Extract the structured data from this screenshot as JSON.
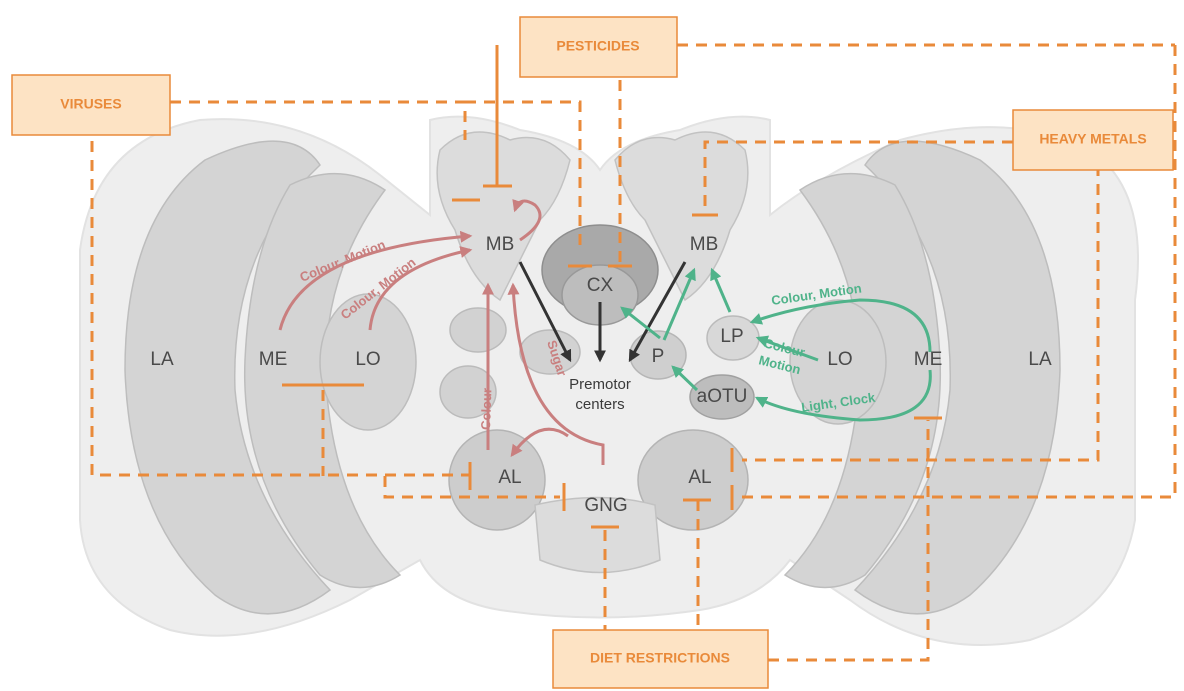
{
  "regions": {
    "la_left": "LA",
    "me_left": "ME",
    "lo_left": "LO",
    "mb_left": "MB",
    "al_left": "AL",
    "gng": "GNG",
    "cx": "CX",
    "premotor": [
      "Premotor",
      "centers"
    ],
    "p": "P",
    "mb_right": "MB",
    "lp": "LP",
    "aotu": "aOTU",
    "al_right": "AL",
    "lo_right": "LO",
    "me_right": "ME",
    "la_right": "LA"
  },
  "stressors": {
    "viruses": "VIRUSES",
    "pesticides": "PESTICIDES",
    "heavy_metals": "HEAVY METALS",
    "diet": "DIET RESTRICTIONS"
  },
  "pathways": {
    "left_colour_motion_1": "Colour, Motion",
    "left_colour_motion_2": "Colour, Motion",
    "sugar": "Sugar",
    "colour": "Colour",
    "right_colour_motion": "Colour, Motion",
    "right_colour_motion_2": [
      "Colour",
      "Motion"
    ],
    "light_clock": "Light, Clock"
  },
  "colors": {
    "stressor": "#e98a3a",
    "stressor_fill": "#fde3c4",
    "pink_path": "#c97f7f",
    "green_path": "#4fb38a",
    "brain_outline": "#efefef",
    "region_fill": "#d4d4d4"
  }
}
